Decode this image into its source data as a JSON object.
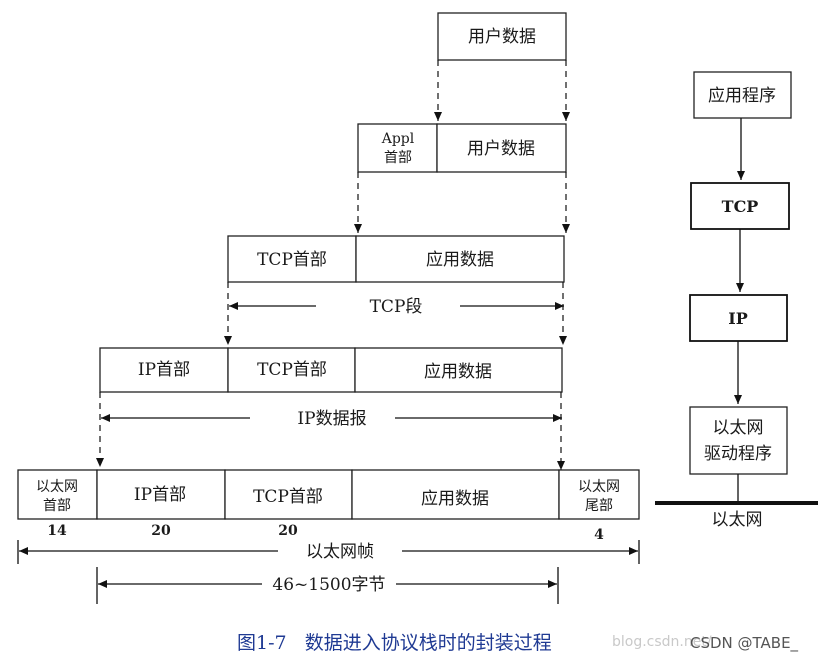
{
  "layer1": {
    "user_data": "用户数据"
  },
  "layer2": {
    "appl_line1": "Appl",
    "appl_line2": "首部",
    "user_data": "用户数据"
  },
  "layer3": {
    "tcp_header": "TCP首部",
    "app_data": "应用数据",
    "span_label": "TCP段"
  },
  "layer4": {
    "ip_header": "IP首部",
    "tcp_header": "TCP首部",
    "app_data": "应用数据",
    "span_label": "IP数据报"
  },
  "layer5": {
    "eth_header_line1": "以太网",
    "eth_header_line2": "首部",
    "ip_header": "IP首部",
    "tcp_header": "TCP首部",
    "app_data": "应用数据",
    "eth_trailer_line1": "以太网",
    "eth_trailer_line2": "尾部",
    "size_eth_header": "14",
    "size_ip_header": "20",
    "size_tcp_header": "20",
    "size_eth_trailer": "4",
    "frame_label": "以太网帧",
    "payload_label": "46~1500字节"
  },
  "stack": {
    "application": "应用程序",
    "tcp": "TCP",
    "ip": "IP",
    "driver_line1": "以太网",
    "driver_line2": "驱动程序",
    "medium": "以太网"
  },
  "caption": "图1-7   数据进入协议栈时的封装过程",
  "watermark_light": "blog.csdn.net/",
  "watermark_dark": "CSDN @TABE_"
}
